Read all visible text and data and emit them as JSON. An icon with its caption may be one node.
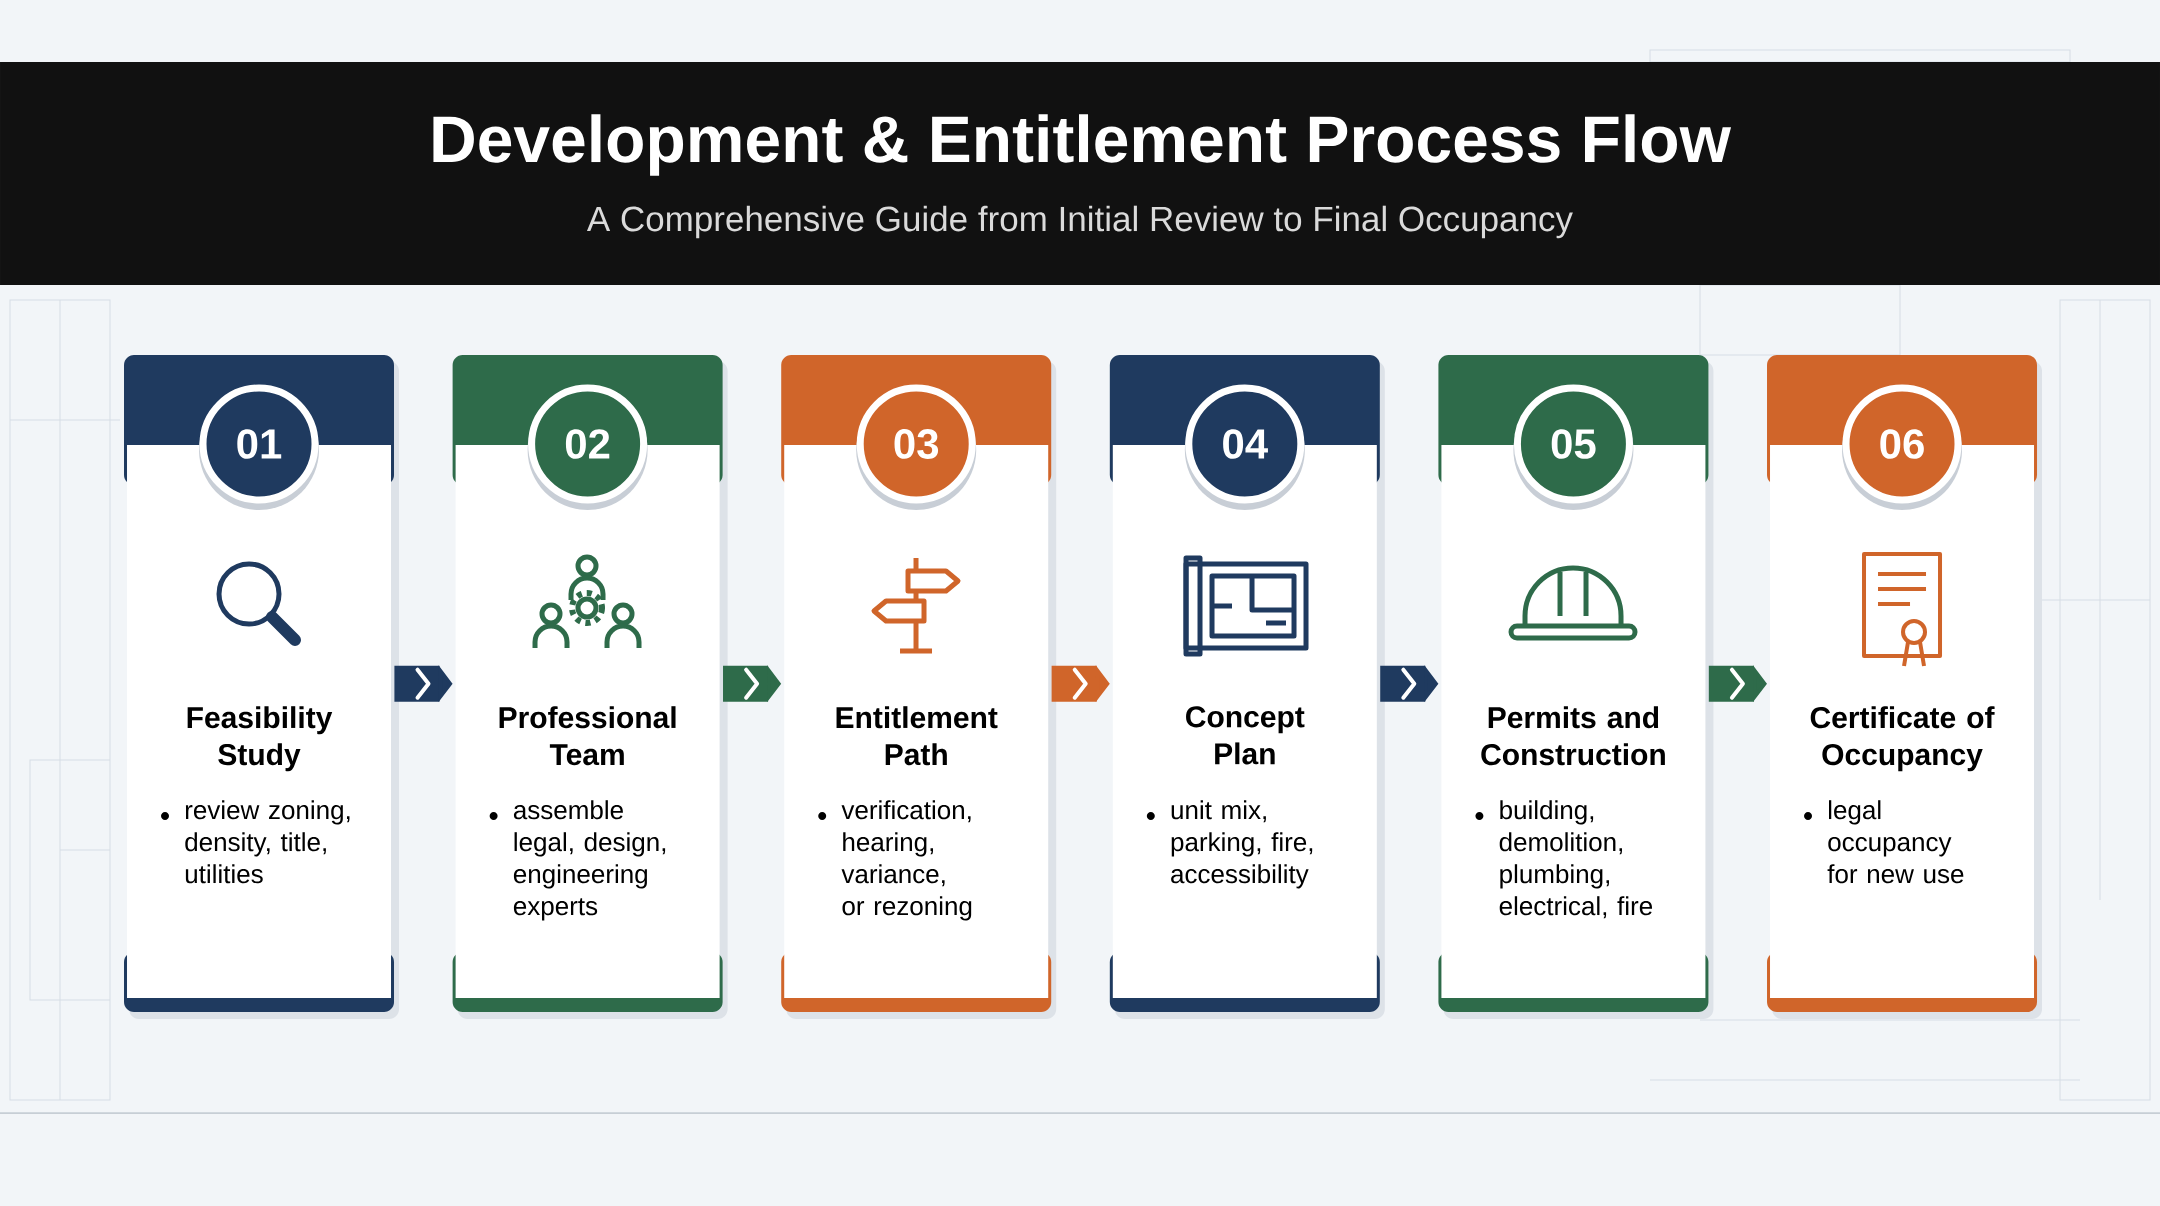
{
  "diagram": {
    "title": "Development & Entitlement Process Flow",
    "nodes": [
      {
        "text": [
          "Feasibility Study",
          "review zoning, density, title, utilities"
        ]
      },
      {
        "text": [
          "01"
        ],
        "in": 0
      },
      {
        "text": [
          "Professional Team",
          "assemble legal, design, engineering experts"
        ]
      },
      {
        "text": [
          "02"
        ],
        "in": 2
      },
      {
        "text": [
          "Entitlement Path",
          "verification, hearing, variance, or rezoning"
        ]
      },
      {
        "text": [
          "03"
        ],
        "in": 4
      },
      {
        "text": [
          "Concept Plan",
          "unit mix, parking, fire, accessibility"
        ]
      },
      {
        "text": [
          "04"
        ],
        "in": 6
      },
      {
        "text": [
          "Permits and Construction",
          "building, demolition, plumbing, electrical, fire"
        ]
      },
      {
        "text": [
          "05"
        ],
        "in": 8
      },
      {
        "text": [
          "Certificate of Occupancy",
          "legal occupancy for new use"
        ]
      },
      {
        "text": [
          "06"
        ],
        "in": 10
      }
    ],
    "edges": [
      {
        "from": 0,
        "to": 2,
        "arrow": "to",
        "color": "#1f3a5f"
      },
      {
        "from": 2,
        "to": 4,
        "arrow": "to",
        "color": "#2e6b4a"
      },
      {
        "from": 4,
        "to": 6,
        "arrow": "to",
        "color": "#d0652a"
      },
      {
        "from": 6,
        "to": 8,
        "arrow": "to",
        "color": "#1f3a5f"
      },
      {
        "from": 8,
        "to": 10,
        "arrow": "to",
        "color": "#2e6b4a"
      }
    ],
    "labels": [
      "A Comprehensive Guide from Initial Review to Final Occupancy"
    ]
  }
}
